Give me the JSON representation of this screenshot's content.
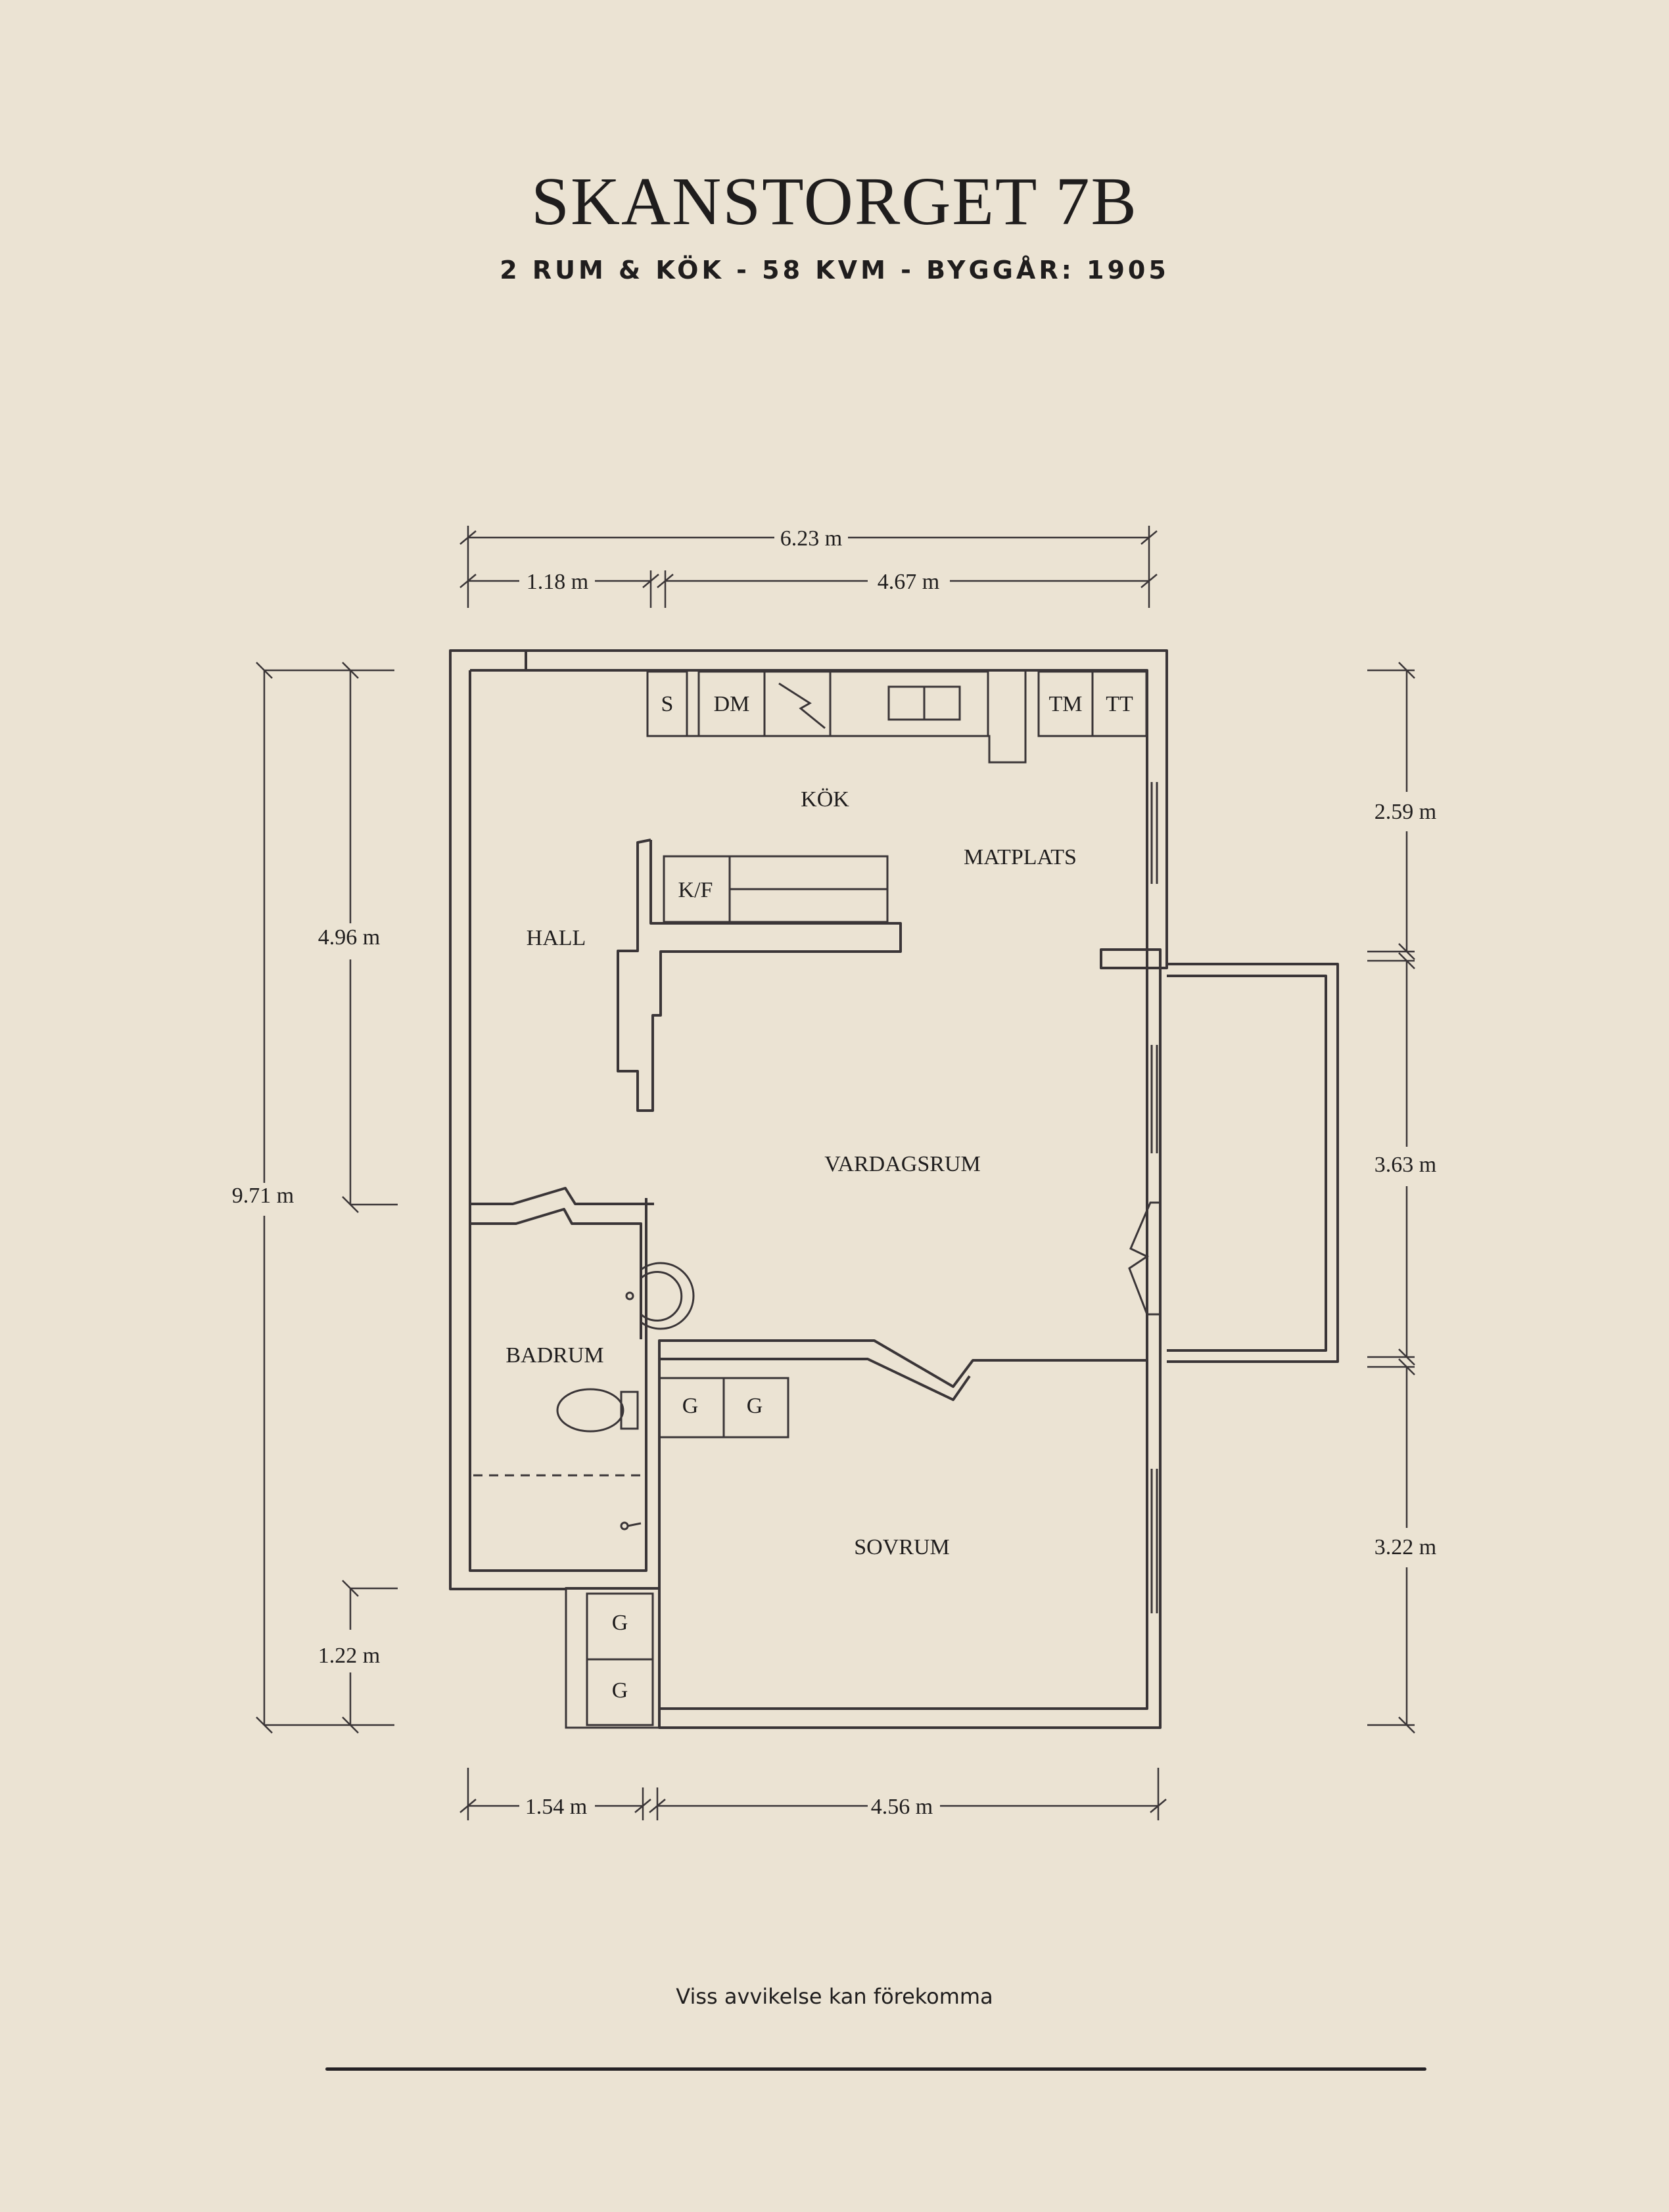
{
  "title": "SKANSTORGET 7B",
  "subtitle": "2 RUM & KÖK  -  58 KVM  -  BYGGÅR: 1905",
  "footer": "Viss avvikelse kan förekomma",
  "rooms": {
    "kok": "KÖK",
    "matplats": "MATPLATS",
    "hall": "HALL",
    "vardagsrum": "VARDAGSRUM",
    "badrum": "BADRUM",
    "sovrum": "SOVRUM"
  },
  "fixtures": {
    "s": "S",
    "dm": "DM",
    "tm": "TM",
    "tt": "TT",
    "kf": "K/F",
    "g1": "G",
    "g2": "G",
    "g3": "G",
    "g4": "G"
  },
  "dimensions": {
    "top_total": "6.23 m",
    "top_left": "1.18 m",
    "top_right": "4.67 m",
    "left_total": "9.71 m",
    "left_upper": "4.96 m",
    "left_lower": "1.22 m",
    "right_top": "2.59 m",
    "right_mid": "3.63 m",
    "right_bottom": "3.22 m",
    "bottom_left": "1.54 m",
    "bottom_right": "4.56 m"
  }
}
